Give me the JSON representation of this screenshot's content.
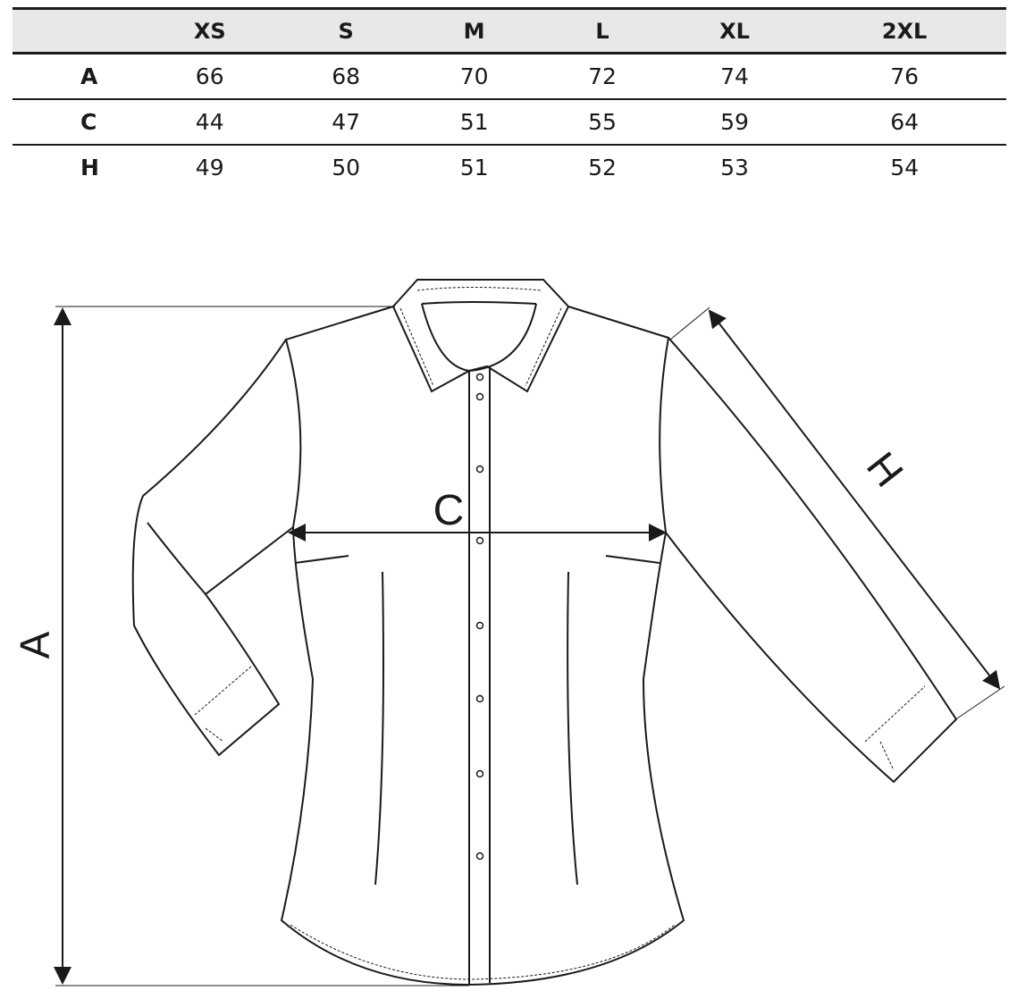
{
  "table": {
    "columns": [
      "",
      "XS",
      "S",
      "M",
      "L",
      "XL",
      "2XL"
    ],
    "rows": [
      {
        "label": "A",
        "values": [
          "66",
          "68",
          "70",
          "72",
          "74",
          "76"
        ]
      },
      {
        "label": "C",
        "values": [
          "44",
          "47",
          "51",
          "55",
          "59",
          "64"
        ]
      },
      {
        "label": "H",
        "values": [
          "49",
          "50",
          "51",
          "52",
          "53",
          "54"
        ]
      }
    ]
  },
  "diagram": {
    "labels": {
      "length": "A",
      "chest": "C",
      "sleeve": "H"
    }
  }
}
